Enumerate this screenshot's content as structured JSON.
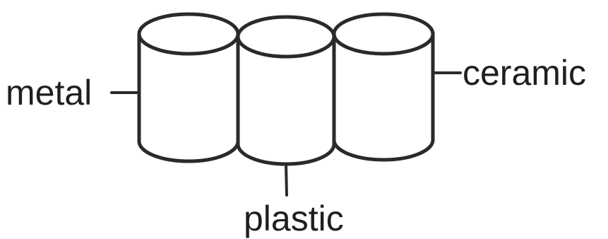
{
  "labels": {
    "metal": "metal",
    "plastic": "plastic",
    "ceramic": "ceramic"
  },
  "colors": {
    "line": "#2a2a2a",
    "text": "#1f1f1f",
    "background": "#ffffff"
  }
}
